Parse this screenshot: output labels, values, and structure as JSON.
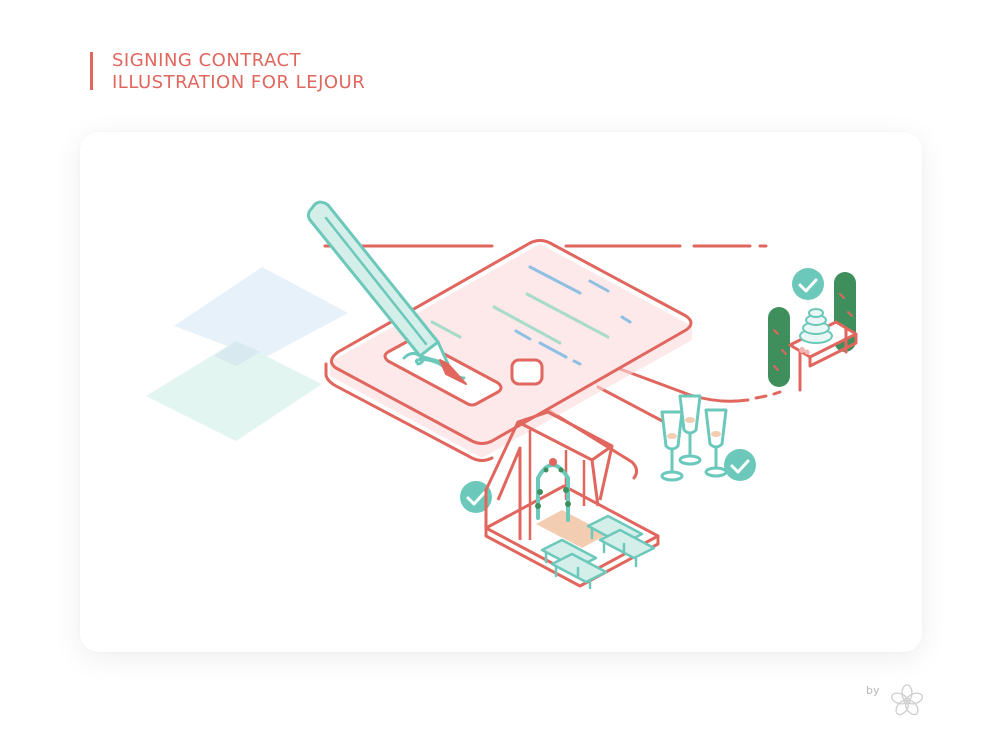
{
  "title": {
    "line1": "SIGNING CONTRACT",
    "line2": "ILLUSTRATION FOR LEJOUR"
  },
  "footer": {
    "by_text": "by",
    "logo_icon": "flower-logo-icon"
  },
  "colors": {
    "accent": "#e0665e",
    "teal": "#6cc8bb",
    "teal_light": "#d4efea",
    "pink_fill": "#fde9ea",
    "blue_line": "#8fbfe3",
    "tree_green": "#3f8f5d",
    "blue_sheet": "#e6f0fa",
    "teal_sheet": "#e0f4ef",
    "peach": "#f3cdb2"
  },
  "icons": [
    "pen-icon",
    "contract-document-icon",
    "check-badge-icon",
    "wedding-chapel-icon",
    "champagne-glasses-icon",
    "wedding-cake-icon",
    "cypress-tree-icon"
  ]
}
